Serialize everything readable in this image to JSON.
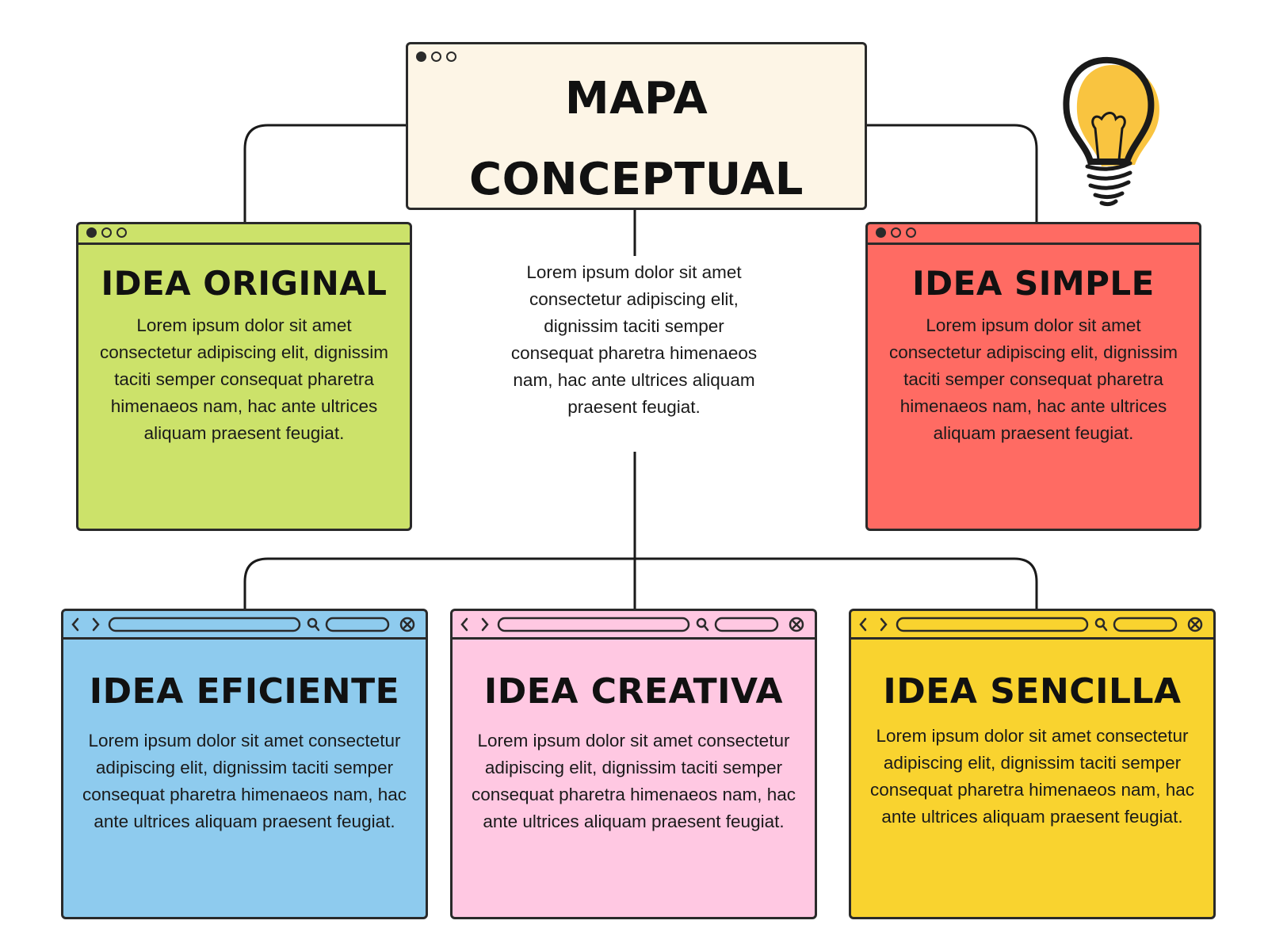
{
  "main": {
    "title_line1": "MAPA",
    "title_line2": "CONCEPTUAL"
  },
  "center_text": "Lorem ipsum dolor sit amet consectetur adipiscing elit, dignissim taciti semper consequat pharetra himenaeos nam, hac ante ultrices aliquam praesent feugiat.",
  "top_boxes": [
    {
      "title": "IDEA ORIGINAL",
      "text": "Lorem ipsum dolor sit amet consectetur adipiscing elit, dignissim taciti semper consequat pharetra himenaeos nam, hac ante ultrices aliquam praesent feugiat.",
      "color": "#cce26a"
    },
    {
      "title": "IDEA SIMPLE",
      "text": "Lorem ipsum dolor sit amet consectetur adipiscing elit, dignissim taciti semper consequat pharetra himenaeos nam, hac ante ultrices aliquam praesent feugiat.",
      "color": "#ff6b63"
    }
  ],
  "bottom_boxes": [
    {
      "title": "IDEA EFICIENTE",
      "text": "Lorem ipsum dolor sit amet consectetur adipiscing elit, dignissim taciti semper consequat pharetra himenaeos nam, hac ante ultrices aliquam praesent feugiat.",
      "color": "#8ecbee"
    },
    {
      "title": "IDEA CREATIVA",
      "text": "Lorem ipsum dolor sit amet consectetur adipiscing elit, dignissim taciti semper consequat pharetra himenaeos nam, hac ante ultrices aliquam praesent feugiat.",
      "color": "#ffc8e2"
    },
    {
      "title": "IDEA SENCILLA",
      "text": "Lorem ipsum dolor sit amet consectetur adipiscing elit, dignissim taciti semper consequat pharetra himenaeos nam, hac ante ultrices aliquam praesent feugiat.",
      "color": "#f9d32f"
    }
  ],
  "icons": {
    "decoration": "lightbulb-icon"
  }
}
